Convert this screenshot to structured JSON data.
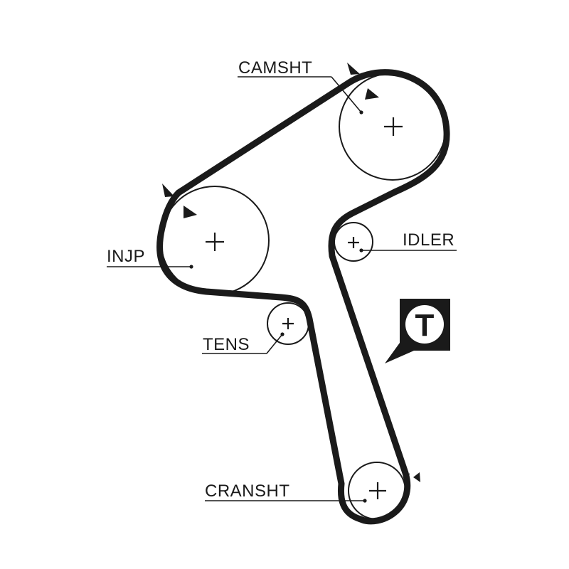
{
  "labels": {
    "camshaft": "CAMSHT",
    "injection_pump": "INJP",
    "idler": "IDLER",
    "tensioner": "TENS",
    "crankshaft": "CRANSHT"
  },
  "tension_badge": {
    "letter": "T",
    "icon": "tension-tool-icon"
  },
  "colors": {
    "ink": "#1a1a1a",
    "background": "#ffffff"
  }
}
